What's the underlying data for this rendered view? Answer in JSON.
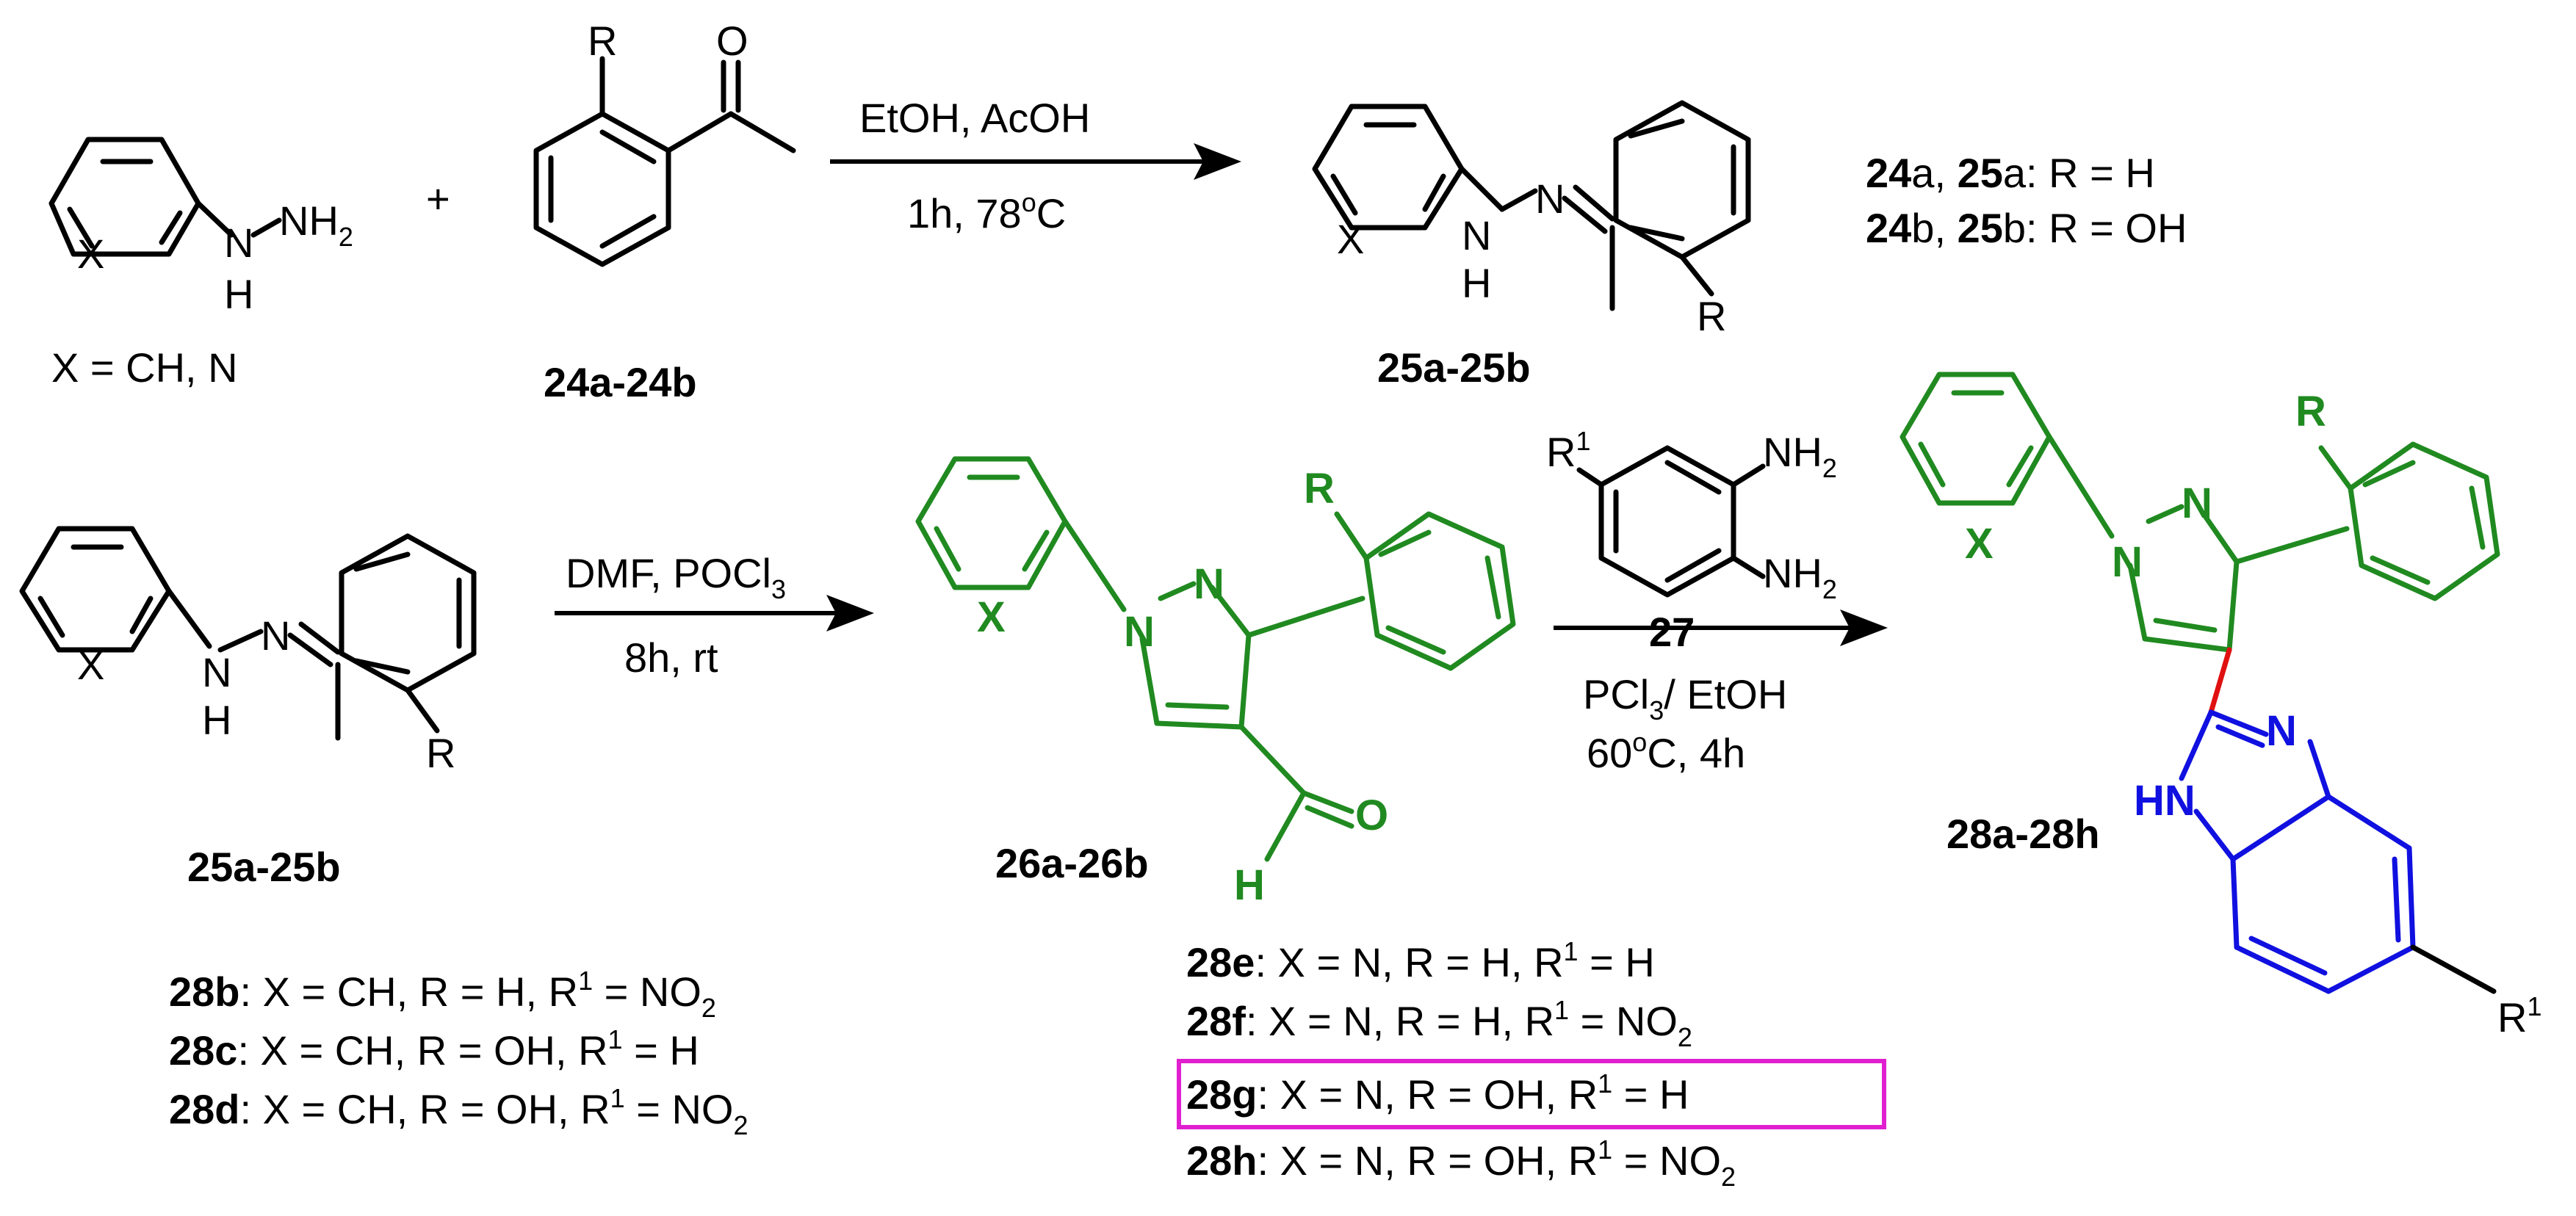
{
  "colors": {
    "accent_green": "#208a20",
    "accent_blue": "#1010e0",
    "link_red": "#e01010",
    "highlight_magenta": "#e020d0"
  },
  "step1": {
    "reagent_line1": "EtOH, AcOH",
    "reagent_line2_prefix": "1h, 78",
    "reagent_line2_sup": "o",
    "reagent_line2_suffix": "C",
    "plus": "+"
  },
  "step2": {
    "reagent_line1_prefix": "DMF, POCl",
    "reagent_line1_sub": "3",
    "reagent_line2": "8h, rt"
  },
  "step3": {
    "reagent_line1_prefix": "PCl",
    "reagent_line1_sub": "3",
    "reagent_line1_suffix": "/ EtOH",
    "reagent_line2_prefix": "60",
    "reagent_line2_sup": "o",
    "reagent_line2_suffix": "C, 4h"
  },
  "compounds": {
    "hydrazine_x_note": "X = CH, N",
    "c24": "24a-24b",
    "c25_top": "25a-25b",
    "c25_left": "25a-25b",
    "c26": "26a-26b",
    "c27": "27",
    "c28": "28a-28h"
  },
  "r_definitions": [
    {
      "bold_a": "24",
      "plain_a": "a, ",
      "bold_b": "25",
      "plain_b": "a: R = H"
    },
    {
      "bold_a": "24",
      "plain_a": "b, ",
      "bold_b": "25",
      "plain_b": "b: R = OH"
    }
  ],
  "atom_labels": {
    "X": "X",
    "N": "N",
    "H": "H",
    "NH2_main": "NH",
    "NH2_sub": "2",
    "R": "R",
    "O": "O",
    "R1_main": "R",
    "R1_sup": "1",
    "HN": "HN"
  },
  "series_left": [
    {
      "id": "28b",
      "text": ": X = CH, R = H, R",
      "sup": "1",
      "tail": " = NO",
      "sub": "2",
      "highlight": false
    },
    {
      "id": "28c",
      "text": ": X = CH, R = OH, R",
      "sup": "1",
      "tail": " = H",
      "sub": "",
      "highlight": false
    },
    {
      "id": "28d",
      "text": ": X = CH, R = OH, R",
      "sup": "1",
      "tail": " = NO",
      "sub": "2",
      "highlight": false
    }
  ],
  "series_right": [
    {
      "id": "28e",
      "text": ": X = N, R = H, R",
      "sup": "1",
      "tail": " = H",
      "sub": "",
      "highlight": false
    },
    {
      "id": "28f",
      "text": ": X = N, R = H, R",
      "sup": "1",
      "tail": " = NO",
      "sub": "2",
      "highlight": false
    },
    {
      "id": "28g",
      "text": ": X = N, R = OH, R",
      "sup": "1",
      "tail": " = H",
      "sub": "",
      "highlight": true
    },
    {
      "id": "28h",
      "text": ": X = N, R = OH, R",
      "sup": "1",
      "tail": " = NO",
      "sub": "2",
      "highlight": false
    }
  ]
}
